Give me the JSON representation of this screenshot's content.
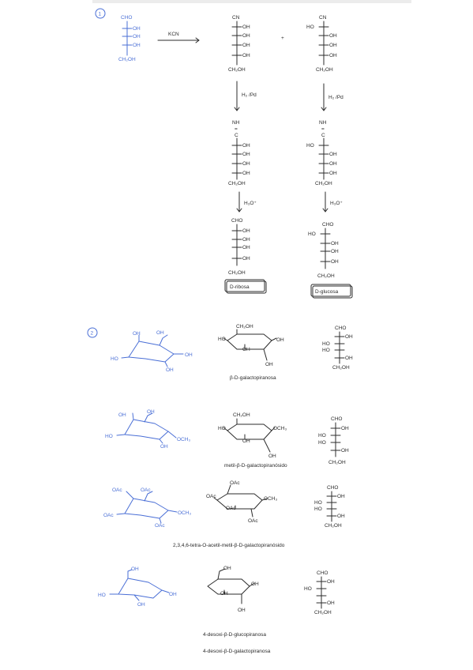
{
  "labels": {
    "step1": "1",
    "step2": "2",
    "cho": "CHO",
    "oh": "OH",
    "ho": "HO",
    "ch2oh": "CH₂OH",
    "cn": "CN",
    "nh": "NH",
    "eq": "=",
    "c": "C",
    "kcn": "KCN",
    "plus": "+",
    "h2pd": "H₂ /Pd",
    "h3o": "H₃O⁺",
    "och3": "OCH₃",
    "oac": "OAc"
  },
  "products": {
    "left": "D-ribosa",
    "right": "D-glucosa"
  },
  "captions": {
    "c1": "β-D-galactopiranosa",
    "c2": "metil-β-D-galactopiranósido",
    "c3": "2,3,4,6-tetra-O-acetil-metil-β-D-galactopiranósido",
    "c4": "4-desoxi-β-D-glucopiranosa",
    "c5": "4-desoxi-β-D-galactopiranosa"
  },
  "colors": {
    "ink": "#2b2b2b",
    "blue": "#4a6fd6"
  }
}
